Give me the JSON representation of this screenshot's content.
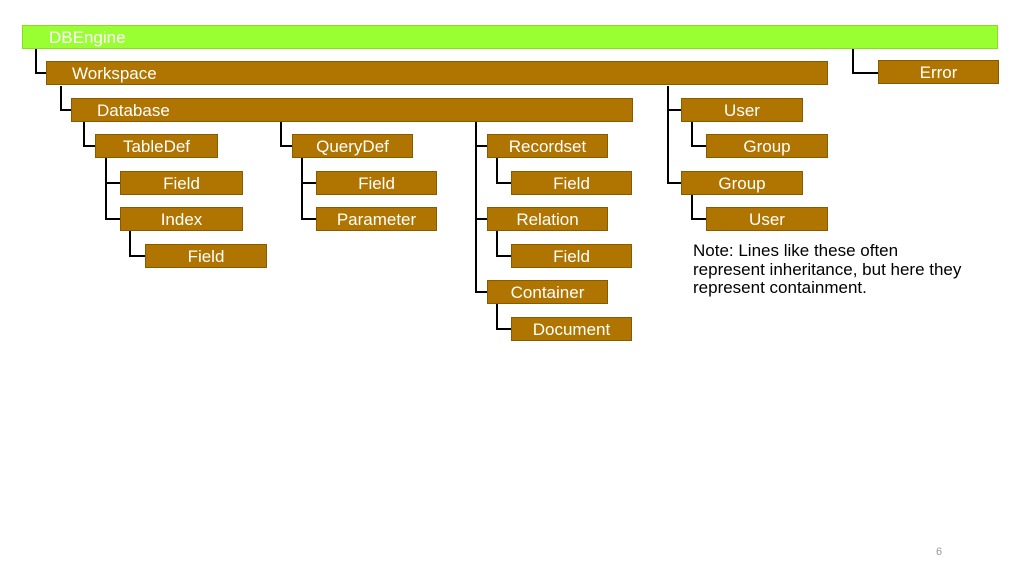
{
  "colors": {
    "node_fill": "#b07400",
    "root_fill": "#99ff33",
    "line": "#000000",
    "text": "#ffffff"
  },
  "nodes": {
    "dbengine": "DBEngine",
    "workspace": "Workspace",
    "error": "Error",
    "database": "Database",
    "user": "User",
    "group": "Group",
    "group2": "Group",
    "user2": "User",
    "tabledef": "TableDef",
    "querydef": "QueryDef",
    "recordset": "Recordset",
    "tabledef_field": "Field",
    "index": "Index",
    "index_field": "Field",
    "querydef_field": "Field",
    "parameter": "Parameter",
    "recordset_field": "Field",
    "relation": "Relation",
    "relation_field": "Field",
    "container": "Container",
    "document": "Document"
  },
  "note": "Note: Lines like these often represent inheritance, but here they represent containment.",
  "page_number": "6"
}
